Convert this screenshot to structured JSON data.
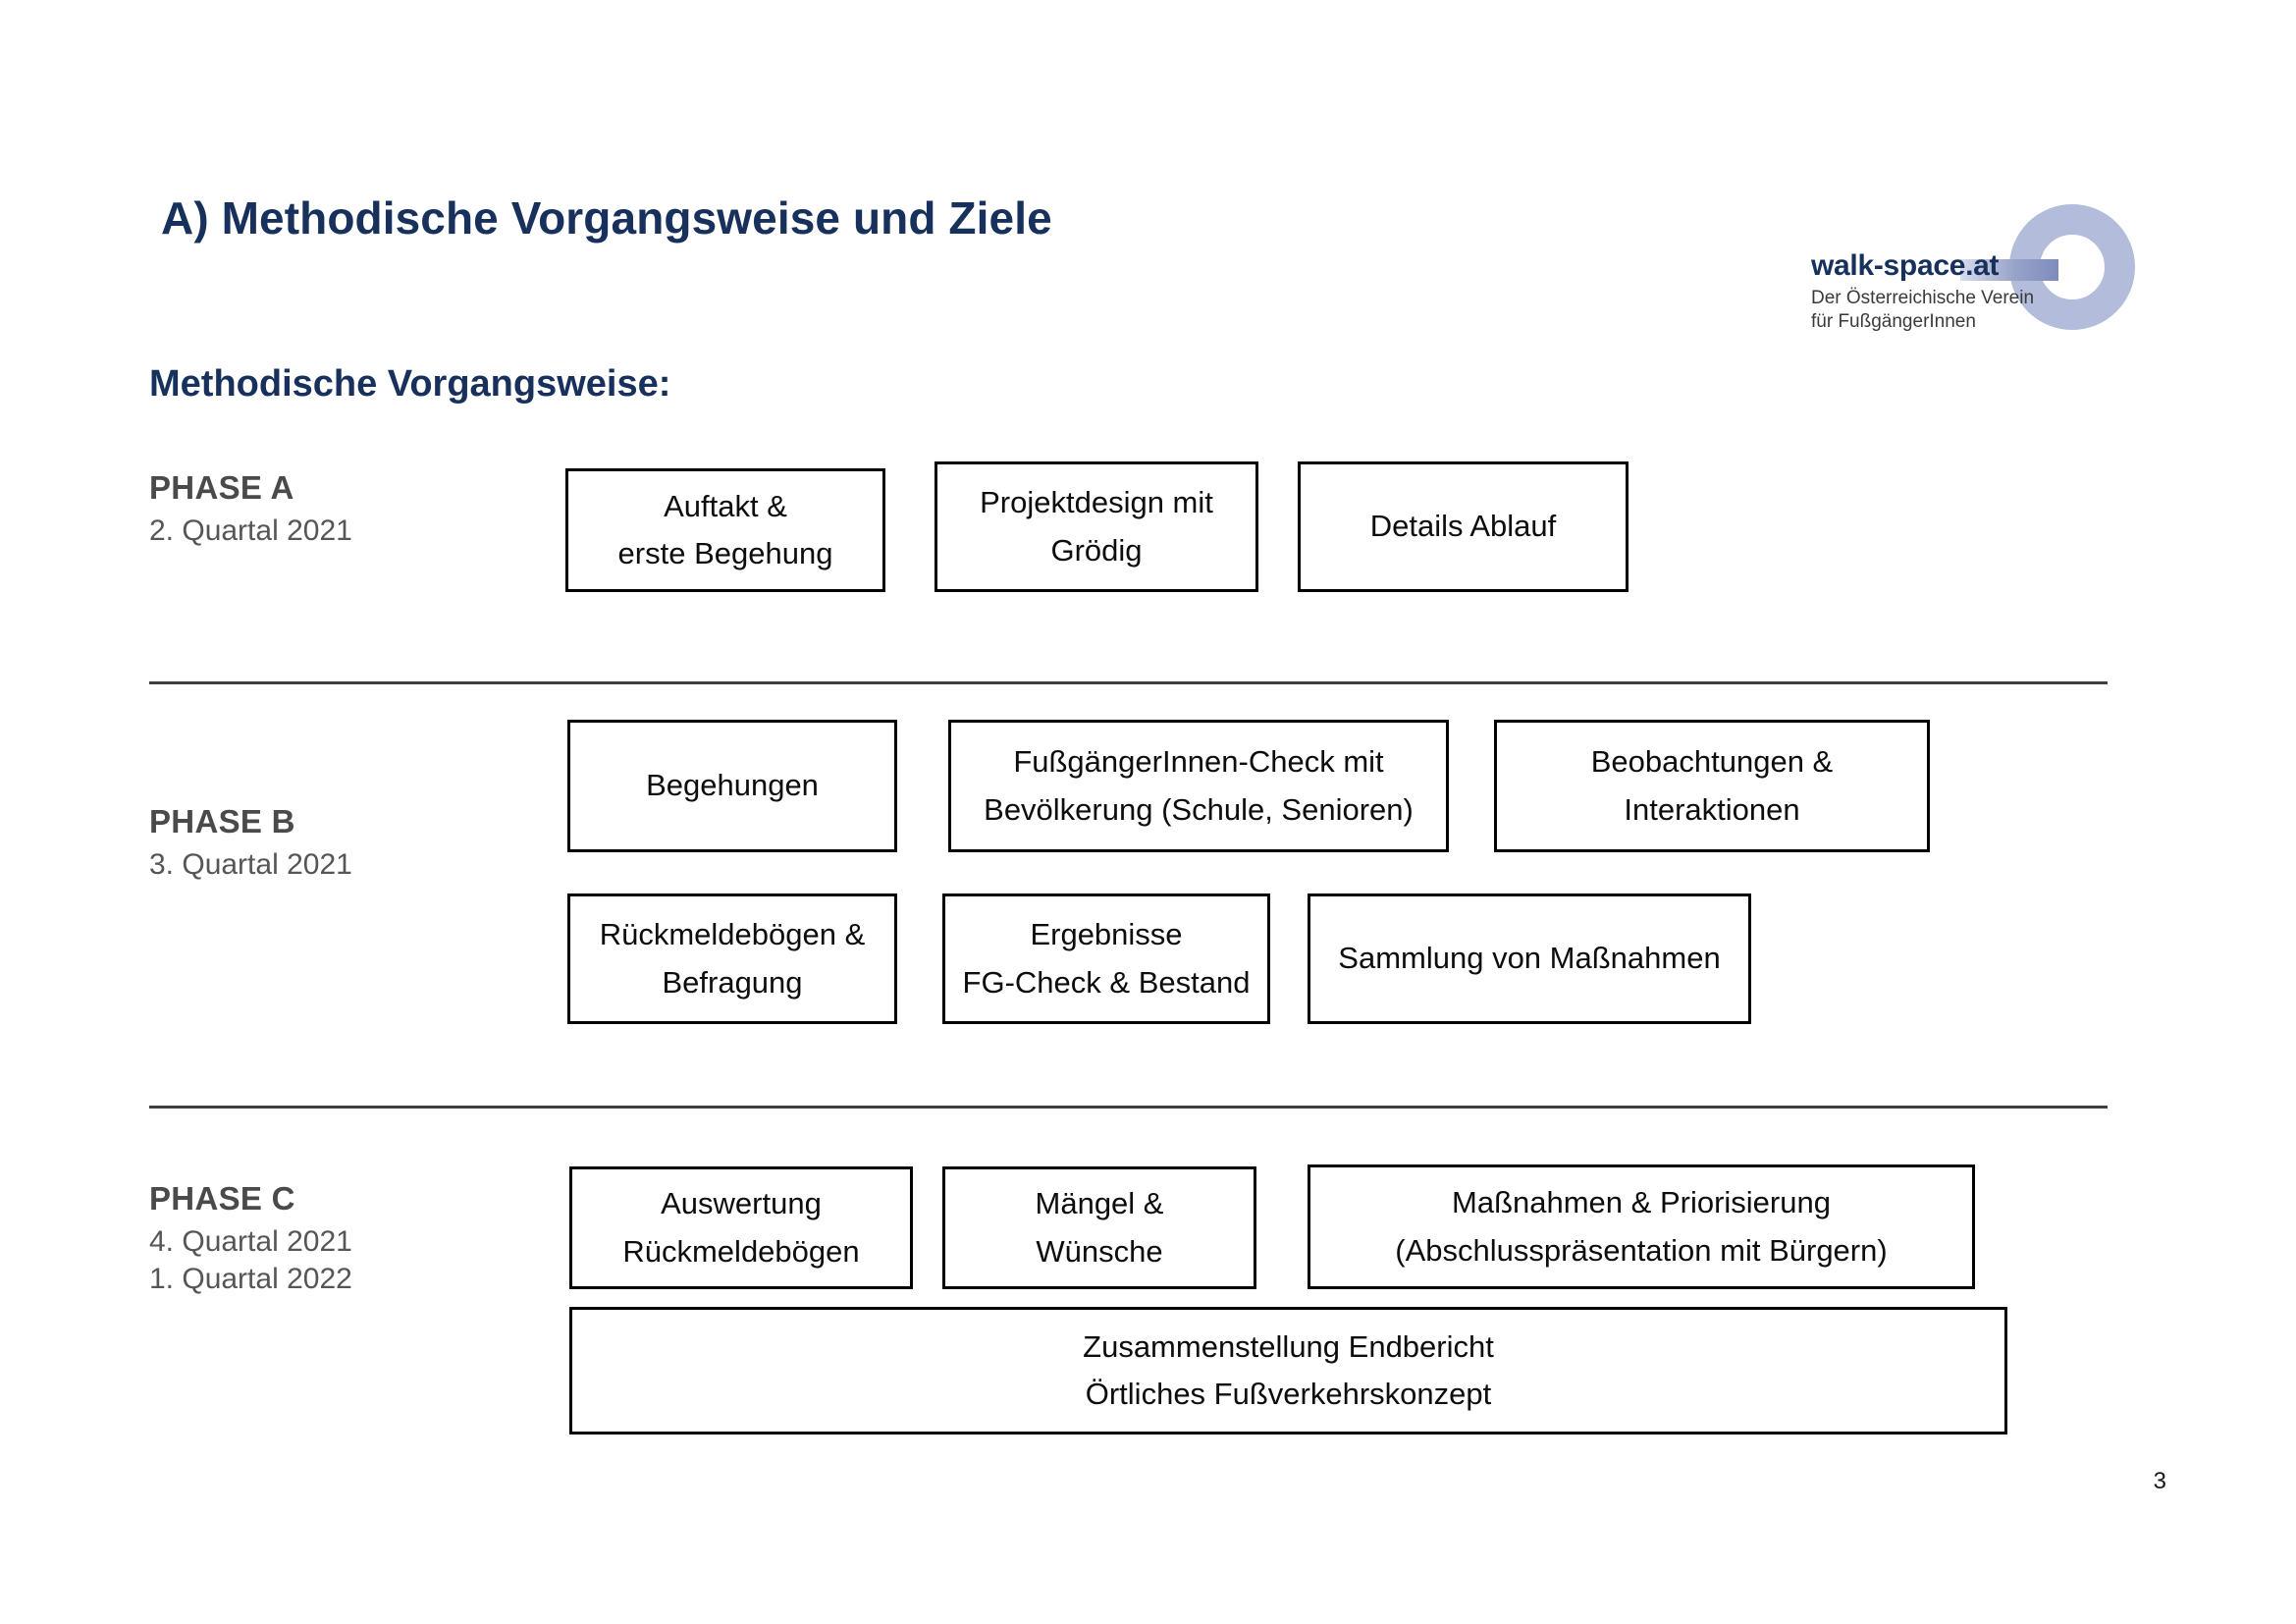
{
  "slide": {
    "title": "A) Methodische Vorgangsweise und Ziele",
    "section_heading": "Methodische Vorgangsweise:",
    "page_number": "3",
    "accent_color": "#17315c",
    "phase_label_color": "#4a4a4a",
    "box_border_color": "#000000"
  },
  "logo": {
    "wordmark": "walk-space.at",
    "subtitle": "Der Österreichische Verein\nfür FußgängerInnen",
    "ring_color": "#b3bcdb"
  },
  "phases": [
    {
      "name": "PHASE A",
      "period": "2. Quartal 2021",
      "boxes": [
        {
          "label": "Auftakt &\nerste Begehung",
          "row": 1
        },
        {
          "label": "Projektdesign mit\nGrödig",
          "row": 1
        },
        {
          "label": "Details Ablauf",
          "row": 1
        }
      ]
    },
    {
      "name": "PHASE B",
      "period": "3. Quartal 2021",
      "boxes": [
        {
          "label": "Begehungen",
          "row": 1
        },
        {
          "label": "FußgängerInnen-Check mit\nBevölkerung (Schule, Senioren)",
          "row": 1
        },
        {
          "label": "Beobachtungen &\nInteraktionen",
          "row": 1
        },
        {
          "label": "Rückmeldebögen &\nBefragung",
          "row": 2
        },
        {
          "label": "Ergebnisse\nFG-Check & Bestand",
          "row": 2
        },
        {
          "label": "Sammlung von Maßnahmen",
          "row": 2
        }
      ]
    },
    {
      "name": "PHASE C",
      "period": "4. Quartal 2021\n1. Quartal 2022",
      "boxes": [
        {
          "label": "Auswertung\nRückmeldebögen",
          "row": 1
        },
        {
          "label": "Mängel &\nWünsche",
          "row": 1
        },
        {
          "label": "Maßnahmen & Priorisierung\n(Abschlusspräsentation mit Bürgern)",
          "row": 1
        },
        {
          "label": "Zusammenstellung Endbericht\nÖrtliches Fußverkehrskonzept",
          "row": 2
        }
      ]
    }
  ]
}
